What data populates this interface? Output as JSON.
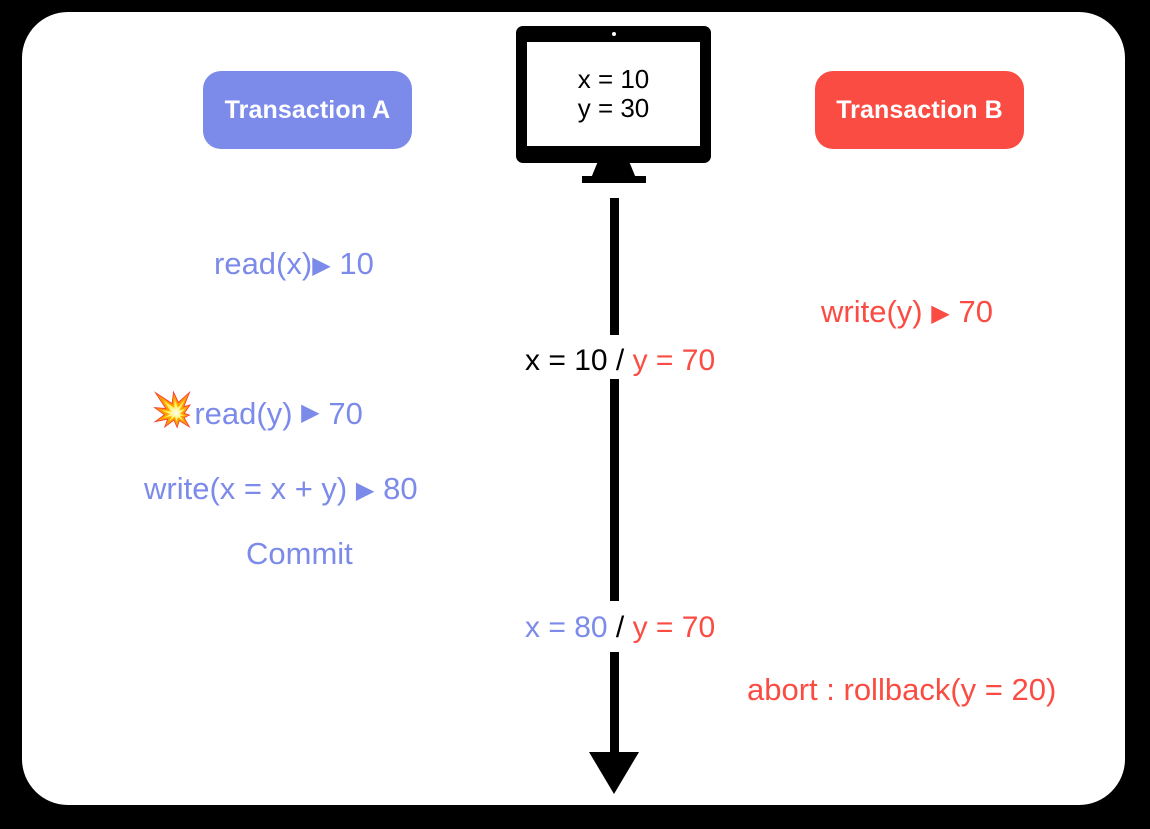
{
  "diagram": {
    "title": "Dirty read / cascading rollback transaction timeline",
    "colors": {
      "transaction_a": "#7C8BEA",
      "transaction_b": "#FB4C43",
      "neutral": "#000000",
      "card_background": "#FFFFFF",
      "page_background": "#000000"
    }
  },
  "badges": {
    "transaction_a": "Transaction A",
    "transaction_b": "Transaction B"
  },
  "database": {
    "icon": "monitor-icon",
    "line1": "x = 10",
    "line2": "y = 30"
  },
  "transaction_a_ops": {
    "read_x": {
      "call": "read(x)",
      "marker": "▶",
      "result": "10"
    },
    "read_y": {
      "emoji": "💥",
      "call": "read(y)",
      "marker": "▶",
      "result": "70"
    },
    "write_x": {
      "call": "write(x =  x + y)",
      "marker": "▶",
      "result": "80"
    },
    "commit": "Commit"
  },
  "transaction_b_ops": {
    "write_y": {
      "call": "write(y)",
      "marker": "▶",
      "result": "70"
    },
    "abort": "abort : rollback(y  = 20)"
  },
  "states": {
    "state_1": {
      "x": "x = 10",
      "sep": "/",
      "y": "y = 70"
    },
    "state_2": {
      "x": "x = 80",
      "sep": "/",
      "y": "y = 70"
    }
  }
}
